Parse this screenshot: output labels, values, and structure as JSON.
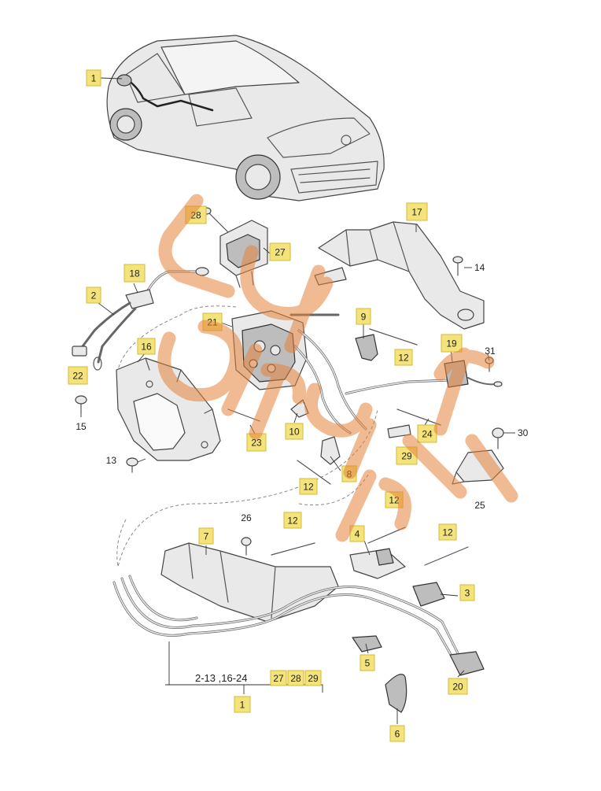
{
  "callouts": [
    {
      "id": "c1top",
      "label": "1"
    },
    {
      "id": "c2",
      "label": "2"
    },
    {
      "id": "c3",
      "label": "3"
    },
    {
      "id": "c4",
      "label": "4"
    },
    {
      "id": "c5",
      "label": "5"
    },
    {
      "id": "c6",
      "label": "6"
    },
    {
      "id": "c7",
      "label": "7"
    },
    {
      "id": "c8",
      "label": "8"
    },
    {
      "id": "c9",
      "label": "9"
    },
    {
      "id": "c10",
      "label": "10"
    },
    {
      "id": "c12a",
      "label": "12"
    },
    {
      "id": "c12b",
      "label": "12"
    },
    {
      "id": "c12c",
      "label": "12"
    },
    {
      "id": "c12d",
      "label": "12"
    },
    {
      "id": "c12e",
      "label": "12"
    },
    {
      "id": "c16",
      "label": "16"
    },
    {
      "id": "c17",
      "label": "17"
    },
    {
      "id": "c18",
      "label": "18"
    },
    {
      "id": "c19",
      "label": "19"
    },
    {
      "id": "c20",
      "label": "20"
    },
    {
      "id": "c21",
      "label": "21"
    },
    {
      "id": "c22",
      "label": "22"
    },
    {
      "id": "c23",
      "label": "23"
    },
    {
      "id": "c24",
      "label": "24"
    },
    {
      "id": "c27",
      "label": "27"
    },
    {
      "id": "c28",
      "label": "28"
    },
    {
      "id": "c29",
      "label": "29"
    },
    {
      "id": "c1bottom",
      "label": "1"
    }
  ],
  "plain_labels": [
    {
      "id": "p13",
      "label": "13"
    },
    {
      "id": "p14",
      "label": "14"
    },
    {
      "id": "p15",
      "label": "15"
    },
    {
      "id": "p25",
      "label": "25"
    },
    {
      "id": "p26",
      "label": "26"
    },
    {
      "id": "p30",
      "label": "30"
    },
    {
      "id": "p31",
      "label": "31"
    }
  ],
  "group_label": {
    "prefix": "2-13 ,16-24",
    "items": [
      "27",
      "28",
      "29"
    ]
  }
}
